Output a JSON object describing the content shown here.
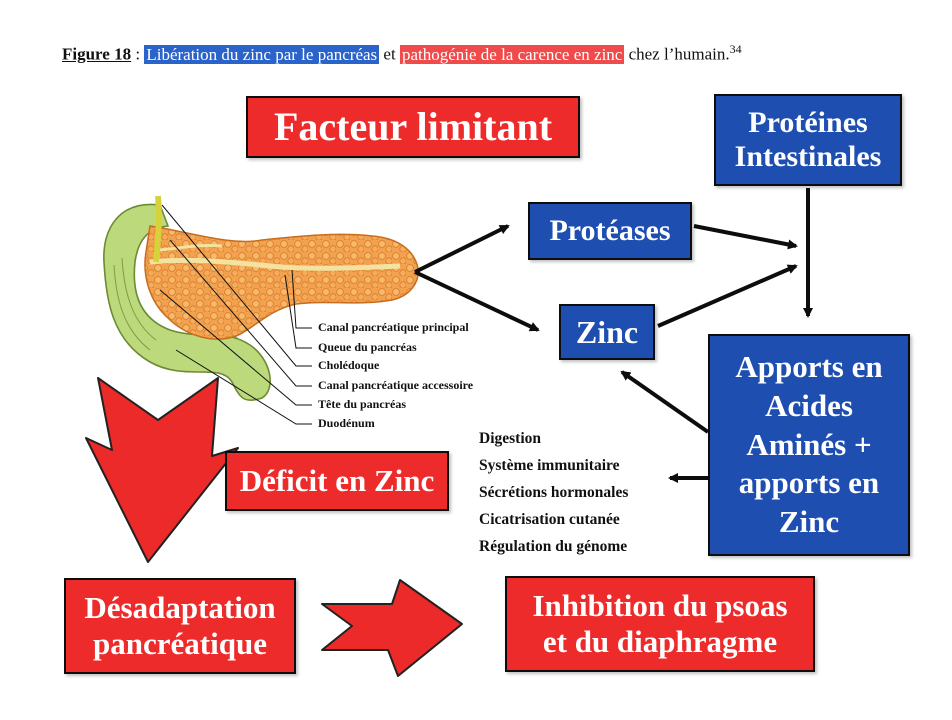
{
  "caption": {
    "label": "Figure 18",
    "separator": " : ",
    "blue_text": "Libération du zinc par le pancréas",
    "connector": " et ",
    "red_text": "pathogénie de la carence en zinc",
    "tail": " chez l’humain.",
    "reference": "34"
  },
  "boxes": {
    "facteur": "Facteur limitant",
    "proteines": "Protéines\nIntestinales",
    "proteases": "Protéases",
    "zinc": "Zinc",
    "apports": "Apports en\nAcides\nAminés +\napports en\nZinc",
    "deficit": "Déficit en Zinc",
    "desadaptation": "Désadaptation\npancréatique",
    "inhibition": "Inhibition du psoas\net du diaphragme"
  },
  "anatomy": {
    "labels": [
      "Canal pancréatique principal",
      "Queue du pancréas",
      "Cholédoque",
      "Canal pancréatique accessoire",
      "Tête du pancréas",
      "Duodénum"
    ]
  },
  "effects": [
    "Digestion",
    "Système  immunitaire",
    "Sécrétions hormonales",
    "Cicatrisation cutanée",
    "Régulation du génome"
  ],
  "colors": {
    "red_box": "#ee2b2b",
    "blue_box": "#1e4fb0",
    "duodenum_green": "#b9d77a",
    "pancreas_orange": "#f3a04e"
  }
}
